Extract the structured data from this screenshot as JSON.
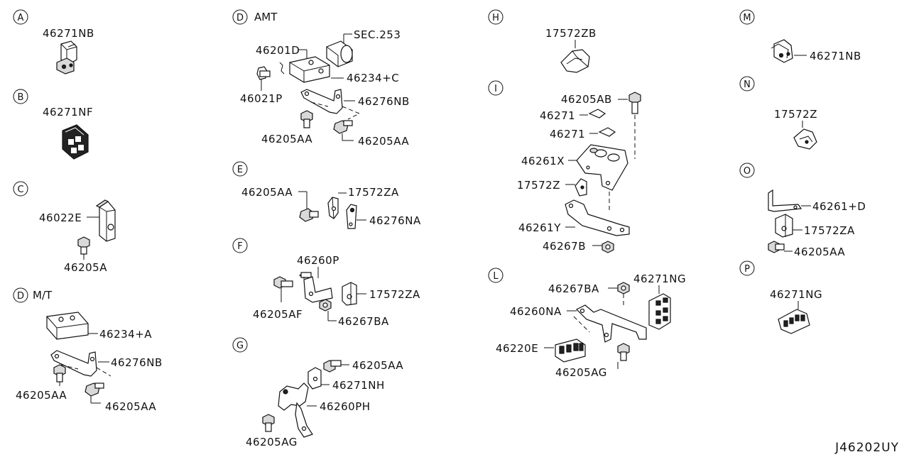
{
  "diagram_id": "J46202UY",
  "sections": {
    "A": {
      "letter": "A",
      "title": ""
    },
    "B": {
      "letter": "B",
      "title": ""
    },
    "C": {
      "letter": "C",
      "title": ""
    },
    "D_mt": {
      "letter": "D",
      "title": "M/T"
    },
    "D_amt": {
      "letter": "D",
      "title": "AMT"
    },
    "E": {
      "letter": "E",
      "title": ""
    },
    "F": {
      "letter": "F",
      "title": ""
    },
    "G": {
      "letter": "G",
      "title": ""
    },
    "H": {
      "letter": "H",
      "title": ""
    },
    "I": {
      "letter": "I",
      "title": ""
    },
    "L": {
      "letter": "L",
      "title": ""
    },
    "M": {
      "letter": "M",
      "title": ""
    },
    "N": {
      "letter": "N",
      "title": ""
    },
    "O": {
      "letter": "O",
      "title": ""
    },
    "P": {
      "letter": "P",
      "title": ""
    }
  },
  "parts": {
    "a_clip": "46271NB",
    "b_clip": "46271NF",
    "c_clip": "46022E",
    "c_bolt": "46205A",
    "dmt_block": "46234+A",
    "dmt_bracket": "46276NB",
    "dmt_bolt1": "46205AA",
    "dmt_bolt2": "46205AA",
    "damt_sec": "SEC.253",
    "damt_clip": "46201D",
    "damt_block": "46234+C",
    "damt_pin": "46021P",
    "damt_bracket": "46276NB",
    "damt_bolt1": "46205AA",
    "damt_bolt2": "46205AA",
    "e_bolt": "46205AA",
    "e_clip": "17572ZA",
    "e_bracket": "46276NA",
    "f_bracket": "46260P",
    "f_clip": "17572ZA",
    "f_bolt": "46205AF",
    "f_nut": "46267BA",
    "g_bolt1": "46205AA",
    "g_clip": "46271NH",
    "g_bracket": "46260PH",
    "g_bolt2": "46205AG",
    "h_clip": "17572ZB",
    "i_bolt": "46205AB",
    "i_clip1": "46271",
    "i_clip2": "46271",
    "i_bracket": "46261X",
    "i_clip3": "17572Z",
    "i_plate": "46261Y",
    "i_nut": "46267B",
    "l_nut": "46267BA",
    "l_clip": "46271NG",
    "l_bracket": "46260NA",
    "l_clamp": "46220E",
    "l_bolt": "46205AG",
    "m_clip": "46271NB",
    "n_clip": "17572Z",
    "o_bracket": "46261+D",
    "o_clip": "17572ZA",
    "o_bolt": "46205AA",
    "p_clip": "46271NG"
  }
}
